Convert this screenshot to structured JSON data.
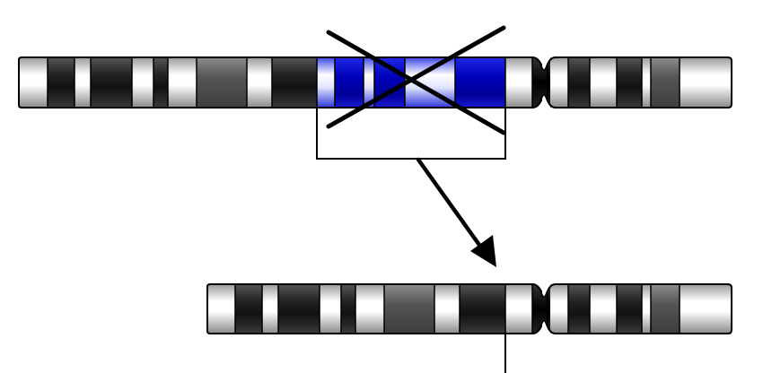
{
  "diagram": {
    "kind": "chromosome deletion",
    "original_chromosome": {
      "p_arm_bands": [
        "light",
        "dark",
        "light",
        "dark",
        "light",
        "gray",
        "light",
        "dark",
        "light",
        "dark",
        "del",
        "del",
        "del",
        "del",
        "del",
        "del",
        "light"
      ],
      "q_arm_bands": [
        "light",
        "dark",
        "light",
        "dark",
        "light",
        "dark",
        "light",
        "dark",
        "light"
      ],
      "deleted_region": {
        "color": "#0000cc",
        "highlight_color": "#6f7fff",
        "bands": [
          "light",
          "dark",
          "light",
          "dark",
          "light",
          "dark"
        ]
      }
    },
    "derived_chromosome": {
      "p_arm_bands": [
        "light",
        "dark",
        "light",
        "dark",
        "light",
        "dark",
        "light",
        "dark",
        "light",
        "dark",
        "light"
      ],
      "q_arm_bands": [
        "light",
        "dark",
        "light",
        "dark",
        "light",
        "dark",
        "light",
        "dark",
        "light"
      ]
    },
    "crossout_mark": "X",
    "arrow": "down-right"
  },
  "colors": {
    "outline": "#000000",
    "band_light": "#f2f2f2",
    "band_dark": "#1f1f1f",
    "band_gray": "#555555",
    "deletion_blue": "#0000cc",
    "background": "#ffffff"
  }
}
